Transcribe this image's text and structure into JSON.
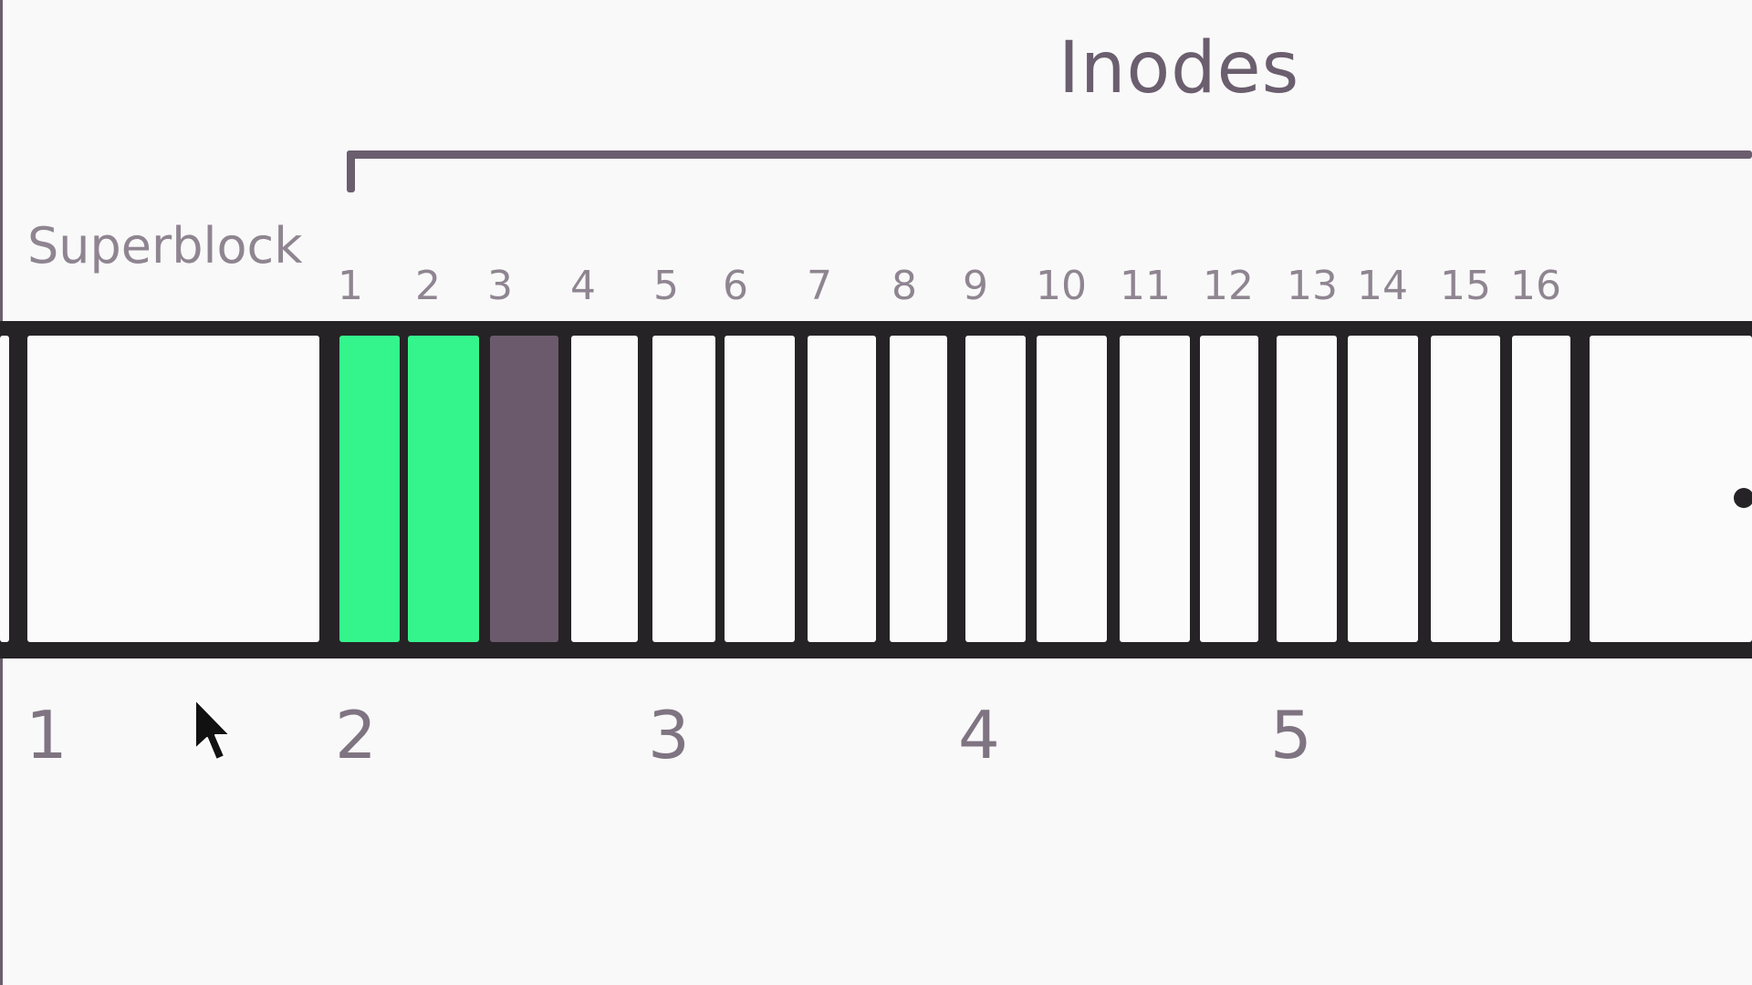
{
  "diagram": {
    "title": "Inodes",
    "superblock_label": "Superblock",
    "inode_numbers": [
      "1",
      "2",
      "3",
      "4",
      "5",
      "6",
      "7",
      "8",
      "9",
      "10",
      "11",
      "12",
      "13",
      "14",
      "15",
      "16"
    ],
    "block_numbers": [
      "1",
      "2",
      "3",
      "4",
      "5"
    ],
    "inode_states": [
      "used",
      "used",
      "dark",
      "free",
      "free",
      "free",
      "free",
      "free",
      "free",
      "free",
      "free",
      "free",
      "free",
      "free",
      "free",
      "free"
    ],
    "colors": {
      "used": "#34f58c",
      "dark": "#6b5a6b",
      "free": "#fbfbfb",
      "outline": "#262326",
      "text": "#6b5e6e"
    }
  }
}
